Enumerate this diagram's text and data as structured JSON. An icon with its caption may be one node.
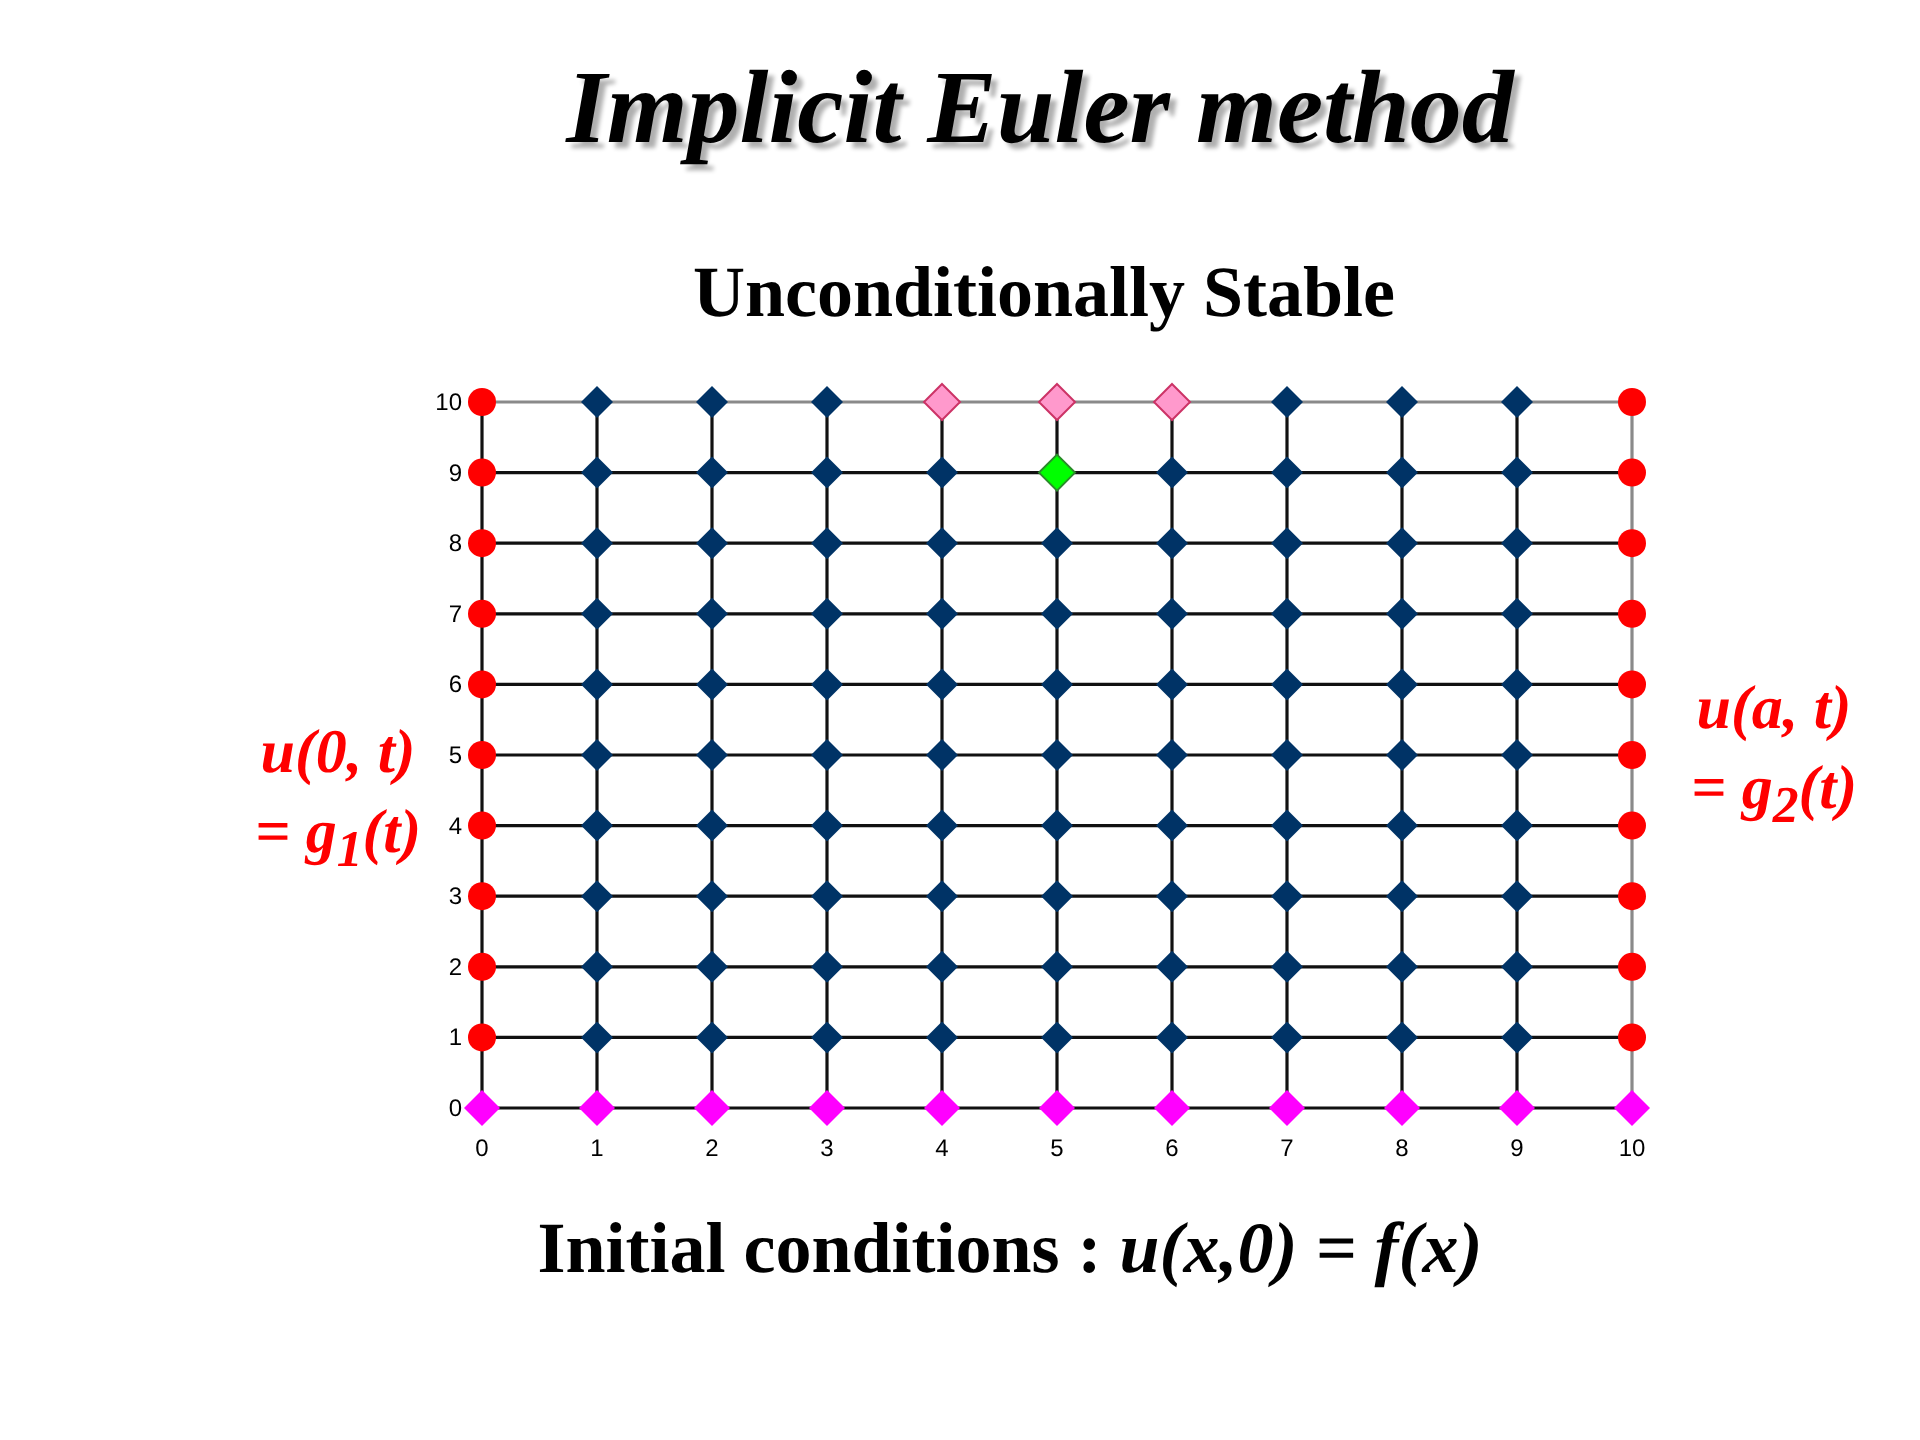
{
  "diagram": {
    "title": "Implicit Euler method",
    "caption": "Initial conditions : *u(x,0) = f(x)*",
    "labels": [
      "Unconditionally Stable",
      "u(0, t) = g$_{1}$(t)",
      "u(a, t) = g$_{2}$(t)"
    ],
    "chart_data": {
      "type": "scatter",
      "grid": true,
      "xlim": [
        0,
        10
      ],
      "ylim": [
        0,
        10
      ],
      "xticks": [
        0,
        1,
        2,
        3,
        4,
        5,
        6,
        7,
        8,
        9,
        10
      ],
      "yticks": [
        0,
        1,
        2,
        3,
        4,
        5,
        6,
        7,
        8,
        9,
        10
      ],
      "series": [
        {
          "color": "#ff00ff",
          "x": [
            0,
            1,
            2,
            3,
            4,
            5,
            6,
            7,
            8,
            9,
            10
          ],
          "values": [
            0,
            0,
            0,
            0,
            0,
            0,
            0,
            0,
            0,
            0,
            0
          ]
        },
        {
          "color": "#ff0000",
          "x": [
            0,
            0,
            0,
            0,
            0,
            0,
            0,
            0,
            0,
            0,
            10,
            10,
            10,
            10,
            10,
            10,
            10,
            10,
            10,
            10
          ],
          "values": [
            10,
            9,
            8,
            7,
            6,
            5,
            4,
            3,
            2,
            1,
            10,
            9,
            8,
            7,
            6,
            5,
            4,
            3,
            2,
            1
          ]
        },
        {
          "color": "#003366",
          "x": [
            1,
            2,
            3,
            7,
            8,
            9,
            1,
            2,
            3,
            4,
            6,
            7,
            8,
            9,
            1,
            2,
            3,
            4,
            5,
            6,
            7,
            8,
            9,
            1,
            2,
            3,
            4,
            5,
            6,
            7,
            8,
            9,
            1,
            2,
            3,
            4,
            5,
            6,
            7,
            8,
            9,
            1,
            2,
            3,
            4,
            5,
            6,
            7,
            8,
            9,
            1,
            2,
            3,
            4,
            5,
            6,
            7,
            8,
            9,
            1,
            2,
            3,
            4,
            5,
            6,
            7,
            8,
            9,
            1,
            2,
            3,
            4,
            5,
            6,
            7,
            8,
            9,
            1,
            2,
            3,
            4,
            5,
            6,
            7,
            8,
            9
          ],
          "values": [
            10,
            10,
            10,
            10,
            10,
            10,
            9,
            9,
            9,
            9,
            9,
            9,
            9,
            9,
            8,
            8,
            8,
            8,
            8,
            8,
            8,
            8,
            8,
            7,
            7,
            7,
            7,
            7,
            7,
            7,
            7,
            7,
            6,
            6,
            6,
            6,
            6,
            6,
            6,
            6,
            6,
            5,
            5,
            5,
            5,
            5,
            5,
            5,
            5,
            5,
            4,
            4,
            4,
            4,
            4,
            4,
            4,
            4,
            4,
            3,
            3,
            3,
            3,
            3,
            3,
            3,
            3,
            3,
            2,
            2,
            2,
            2,
            2,
            2,
            2,
            2,
            2,
            1,
            1,
            1,
            1,
            1,
            1,
            1,
            1,
            1
          ]
        },
        {
          "color": "#ff99cc",
          "x": [
            4,
            5,
            6
          ],
          "values": [
            10,
            10,
            10
          ]
        },
        {
          "color": "#00ff00",
          "x": [
            5
          ],
          "values": [
            9
          ]
        }
      ]
    }
  }
}
